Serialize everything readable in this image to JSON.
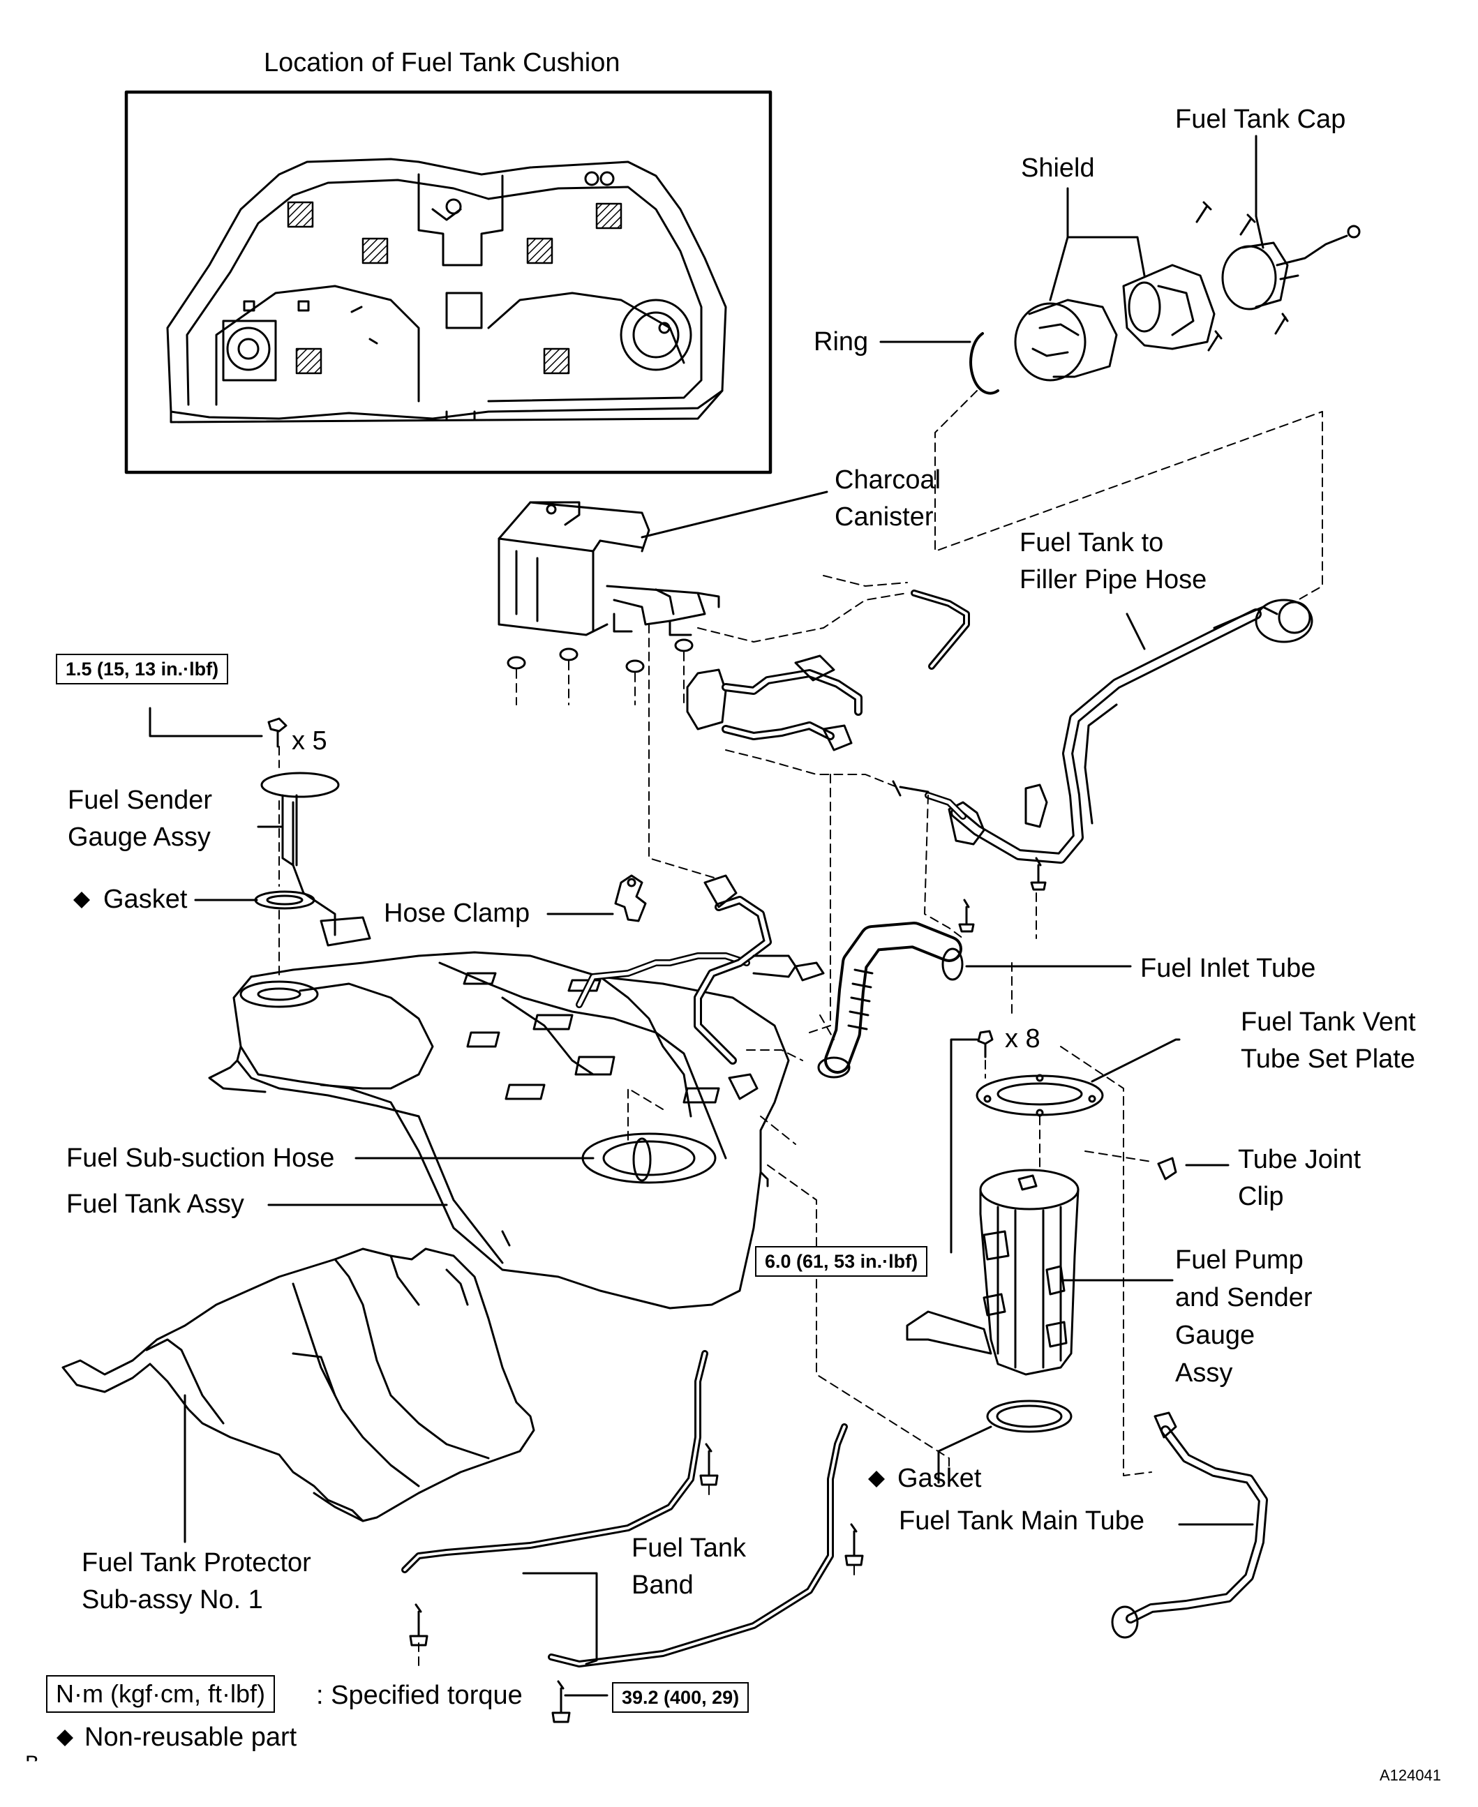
{
  "inset_title": "Location of Fuel Tank Cushion",
  "labels": {
    "fuel_tank_cap": "Fuel Tank Cap",
    "shield": "Shield",
    "ring": "Ring",
    "charcoal_canister_1": "Charcoal",
    "charcoal_canister_2": "Canister",
    "filler_hose_1": "Fuel Tank to",
    "filler_hose_2": "Filler Pipe Hose",
    "fuel_sender_1": "Fuel Sender",
    "fuel_sender_2": "Gauge Assy",
    "gasket_top": "Gasket",
    "hose_clamp": "Hose Clamp",
    "fuel_inlet_tube": "Fuel Inlet Tube",
    "vent_plate_1": "Fuel Tank Vent",
    "vent_plate_2": "Tube Set Plate",
    "tube_joint_1": "Tube Joint",
    "tube_joint_2": "Clip",
    "sub_suction_hose": "Fuel Sub-suction Hose",
    "tank_assy": "Fuel Tank Assy",
    "pump_1": "Fuel Pump",
    "pump_2": "and Sender",
    "pump_3": "Gauge",
    "pump_4": "Assy",
    "gasket_bottom": "Gasket",
    "main_tube": "Fuel Tank Main Tube",
    "tank_band_1": "Fuel Tank",
    "tank_band_2": "Band",
    "protector_1": "Fuel Tank Protector",
    "protector_2": "Sub-assy No. 1",
    "qty_5": "x 5",
    "qty_8": "x 8"
  },
  "torque": {
    "sender_screw": "1.5 (15, 13 in.·lbf)",
    "pump_plate": "6.0 (61, 53 in.·lbf)",
    "band_bolt": "39.2 (400, 29)"
  },
  "legend": {
    "unit": "N·m (kgf·cm, ft·lbf)",
    "unit_desc": ": Specified torque",
    "non_reusable": "Non-reusable part",
    "diamond": "◆"
  },
  "figure_id": "A124041",
  "corner_mark": "B"
}
